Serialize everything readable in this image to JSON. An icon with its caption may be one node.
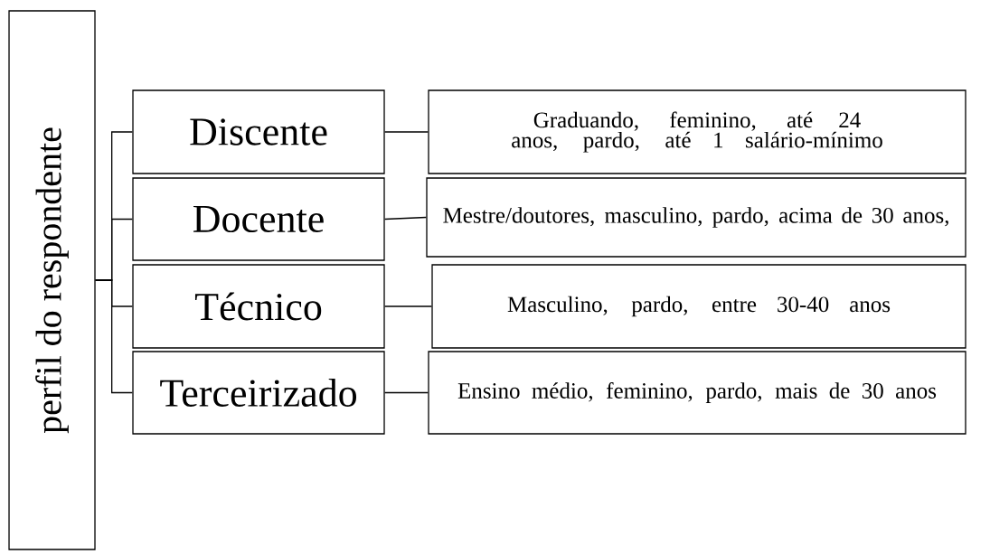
{
  "diagram": {
    "nodes": [
      {
        "text": [
          "perfil do respondente"
        ]
      },
      {
        "text": [
          "Discente"
        ]
      },
      {
        "text": [
          "Graduando, feminino, até 24 anos, pardo, até 1 salário-mínimo"
        ]
      },
      {
        "text": [
          "Docente"
        ]
      },
      {
        "text": [
          "Mestre/doutores, masculino, pardo, acima de 30 anos,"
        ]
      },
      {
        "text": [
          "Técnico"
        ]
      },
      {
        "text": [
          "Masculino, pardo, entre 30-40 anos"
        ]
      },
      {
        "text": [
          "Terceirizado"
        ]
      },
      {
        "text": [
          "Ensino médio, feminino, pardo, mais de 30 anos"
        ]
      }
    ],
    "edges": [
      {
        "from": 0,
        "to": 1,
        "arrow": "none"
      },
      {
        "from": 0,
        "to": 3,
        "arrow": "none"
      },
      {
        "from": 0,
        "to": 5,
        "arrow": "none"
      },
      {
        "from": 0,
        "to": 7,
        "arrow": "none"
      },
      {
        "from": 1,
        "to": 2,
        "arrow": "none"
      },
      {
        "from": 3,
        "to": 4,
        "arrow": "none"
      },
      {
        "from": 5,
        "to": 6,
        "arrow": "none"
      },
      {
        "from": 7,
        "to": 8,
        "arrow": "none"
      }
    ]
  }
}
